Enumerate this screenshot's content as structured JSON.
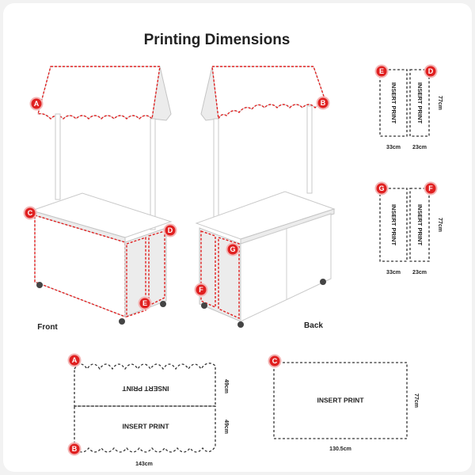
{
  "title": "Printing Dimensions",
  "view_labels": {
    "front": "Front",
    "back": "Back"
  },
  "print_text": "INSERT PRINT",
  "print_text_flipped": "INSERT PRINT",
  "badges": [
    "A",
    "B",
    "C",
    "D",
    "E",
    "F",
    "G"
  ],
  "dimensions": {
    "ed_height": "77cm",
    "e_width": "33cm",
    "d_width": "23cm",
    "gf_height": "77cm",
    "g_width": "33cm",
    "f_width": "23cm",
    "ab_top_height": "49cm",
    "ab_bottom_height": "49cm",
    "ab_width": "143cm",
    "c_height": "77cm",
    "c_width": "130.5cm"
  },
  "colors": {
    "accent_red": "#e02020",
    "badge_ring": "#f3b5b5",
    "outline": "#333333"
  }
}
